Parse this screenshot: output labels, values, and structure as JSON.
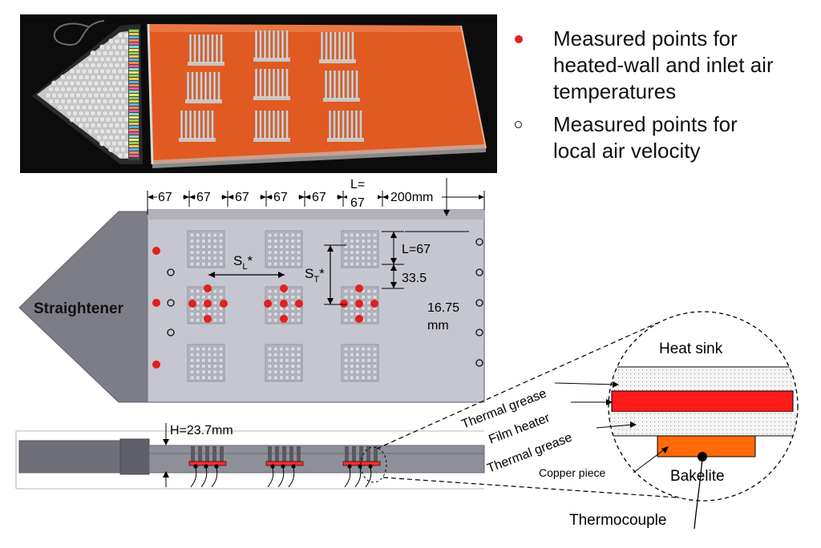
{
  "legend": {
    "items": [
      {
        "marker": "red-filled-dot",
        "color": "#e32020",
        "text_line1": "Measured points for",
        "text_line2": "heated-wall and inlet air",
        "text_line3": "temperatures"
      },
      {
        "marker": "open-circle",
        "color": "#111111",
        "text_line1": "Measured points for",
        "text_line2": "local air velocity"
      }
    ]
  },
  "dimensions": {
    "d1": "67",
    "d2": "67",
    "d3": "67",
    "d4": "67",
    "d5": "67",
    "d6_line1": "L=",
    "d6_line2": "67",
    "d7": "200mm",
    "sink_length": "L=67",
    "gap": "33.5",
    "offset_line1": "16.75",
    "offset_line2": "mm",
    "channel_height": "H=23.7mm"
  },
  "labels": {
    "straightener": "Straightener",
    "sl": "S",
    "sl_sub": "L",
    "st": "S",
    "st_sub": "T",
    "star": "*",
    "heat_sink": "Heat sink",
    "thermal_grease_top": "Thermal grease",
    "film_heater": "Film heater",
    "thermal_grease_bottom": "Thermal grease",
    "copper_piece": "Copper piece",
    "bakelite": "Bakelite",
    "thermocouple": "Thermocouple"
  },
  "colors": {
    "plate": "#c8c8d2",
    "photo_plate": "#d8531f",
    "red_marker": "#e32020",
    "film_heater": "#ff1a1a",
    "copper": "#ff6a0a"
  }
}
